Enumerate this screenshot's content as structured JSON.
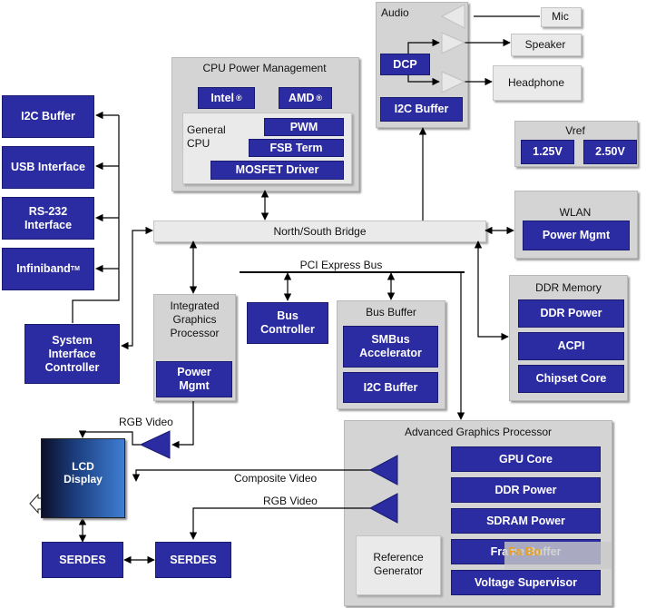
{
  "left": {
    "i2c_buffer": "I2C Buffer",
    "usb_interface": "USB Interface",
    "rs232_line1": "RS-232",
    "rs232_line2": "Interface",
    "infiniband": "Infiniband",
    "infiniband_tm": "TM",
    "sic_line1": "System",
    "sic_line2": "Interface",
    "sic_line3": "Controller"
  },
  "cpu_pm": {
    "title": "CPU Power Management",
    "intel": "Intel",
    "amd": "AMD",
    "registered": "®",
    "general_cpu_line1": "General",
    "general_cpu_line2": "CPU",
    "pwm": "PWM",
    "fsb_term": "FSB Term",
    "mosfet_driver": "MOSFET Driver"
  },
  "audio": {
    "title": "Audio",
    "dcp": "DCP",
    "i2c_buffer": "I2C Buffer",
    "mic": "Mic",
    "speaker": "Speaker",
    "headphone": "Headphone"
  },
  "vref": {
    "title": "Vref",
    "v1": "1.25V",
    "v2": "2.50V"
  },
  "wlan": {
    "title": "WLAN",
    "power_mgmt": "Power Mgmt"
  },
  "bridge": {
    "label": "North/South Bridge"
  },
  "pci_bus": {
    "label": "PCI Express Bus"
  },
  "igp": {
    "title_line1": "Integrated",
    "title_line2": "Graphics",
    "title_line3": "Processor",
    "power_line1": "Power",
    "power_line2": "Mgmt"
  },
  "bus_controller": {
    "line1": "Bus",
    "line2": "Controller"
  },
  "bus_buffer": {
    "title": "Bus Buffer",
    "smbus_line1": "SMBus",
    "smbus_line2": "Accelerator",
    "i2c_buffer": "I2C Buffer"
  },
  "ddr_memory": {
    "title": "DDR Memory",
    "ddr_power": "DDR Power",
    "acpi": "ACPI",
    "chipset_core": "Chipset Core"
  },
  "agp": {
    "title": "Advanced Graphics Processor",
    "gpu_core": "GPU Core",
    "ddr_power": "DDR Power",
    "sdram_power": "SDRAM Power",
    "frame_buffer": "Frame Buffer",
    "voltage_supervisor": "Voltage Supervisor",
    "ref_line1": "Reference",
    "ref_line2": "Generator"
  },
  "lcd": {
    "line1": "LCD",
    "line2": "Display"
  },
  "signals": {
    "rgb_video_top": "RGB Video",
    "composite_video": "Composite Video",
    "rgb_video_bottom": "RGB Video"
  },
  "serdes": {
    "left": "SERDES",
    "right": "SERDES"
  },
  "watermark": {
    "text": "Fa Bo"
  },
  "colors": {
    "block_blue": "#2b2ba2",
    "group_gray": "#d4d4d4",
    "light_gray": "#eaeaea"
  }
}
